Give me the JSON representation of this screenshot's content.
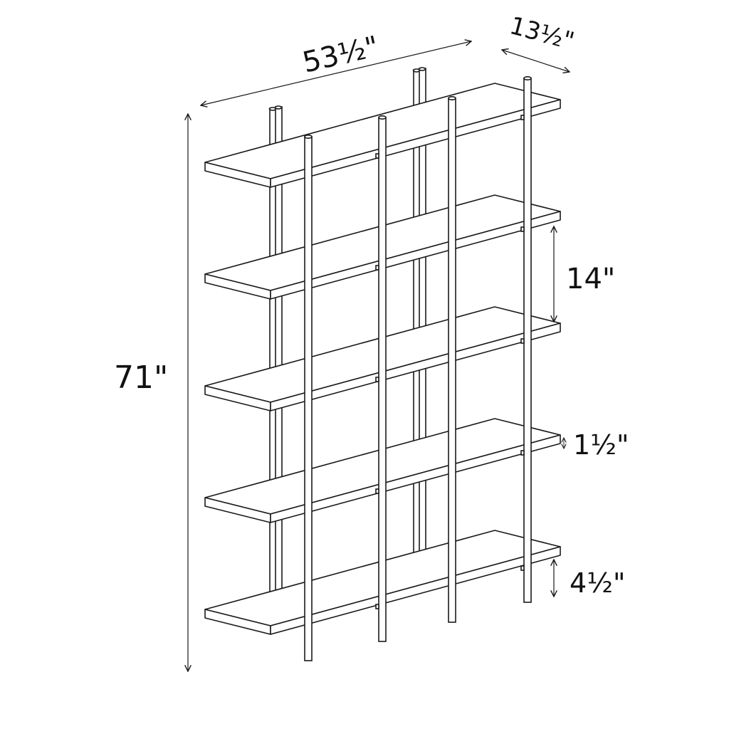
{
  "diagram": {
    "subject": "5-tier bookshelf with metal posts",
    "line_color": "#1a1a1a",
    "background": "#ffffff",
    "shelf_count": 5
  },
  "dimensions": {
    "width": "53½\"",
    "depth": "13½\"",
    "height": "71\"",
    "shelf_spacing": "14\"",
    "shelf_thickness": "1½\"",
    "bottom_clearance": "4½\""
  }
}
